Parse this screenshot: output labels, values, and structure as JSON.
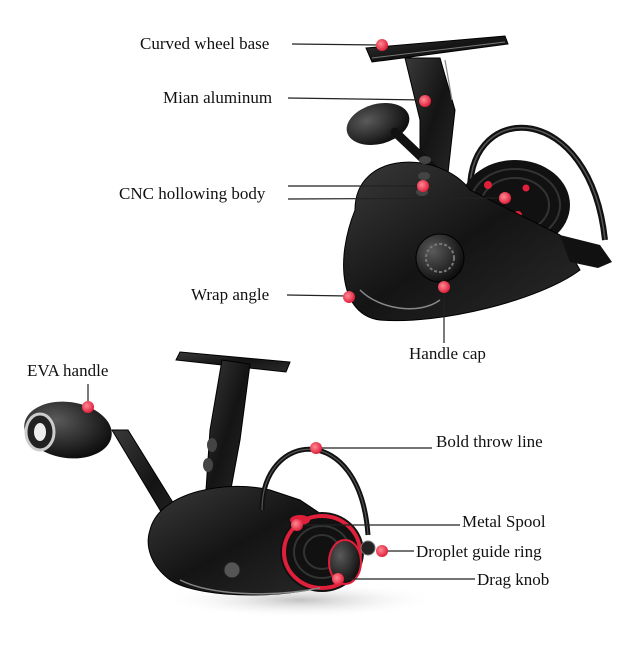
{
  "colors": {
    "background": "#ffffff",
    "reel_body": "#151515",
    "reel_highlight": "#6a6a6a",
    "accent_red": "#e0203a",
    "marker": "#ee3a4a",
    "leader": "#222222"
  },
  "labels": {
    "curved_wheel_base": "Curved wheel base",
    "main_aluminum": "Mian aluminum",
    "cnc_hollowing_body": "CNC hollowing body",
    "wrap_angle": "Wrap angle",
    "handle_cap": "Handle cap",
    "eva_handle": "EVA handle",
    "bold_throw_line": "Bold throw line",
    "metal_spool": "Metal Spool",
    "droplet_guide_ring": "Droplet guide ring",
    "drag_knob": "Drag knob"
  }
}
